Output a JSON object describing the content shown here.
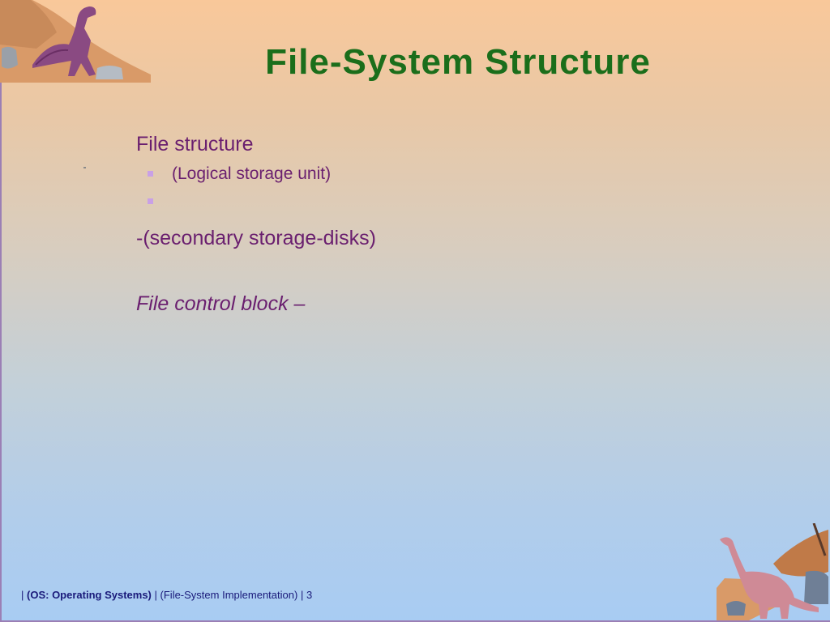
{
  "slide": {
    "title": "File-System Structure",
    "lines": {
      "file_structure": "File structure",
      "logical_unit": "(Logical storage unit)",
      "secondary_storage": "-(secondary storage-disks)",
      "fcb": "File control block –"
    },
    "footer": {
      "sep1": "|",
      "course": "(OS: Operating Systems)",
      "sep2": "|",
      "chapter": "(File-System Implementation)",
      "sep3": "|",
      "page": "3"
    }
  },
  "colors": {
    "title": "#1b6e1b",
    "body_text": "#6a1f6f",
    "bullet": "#c9a0e6",
    "footer": "#1a1a7a"
  },
  "icons": [
    "dinosaur-trex-clipart",
    "dinosaur-sauropod-clipart"
  ]
}
